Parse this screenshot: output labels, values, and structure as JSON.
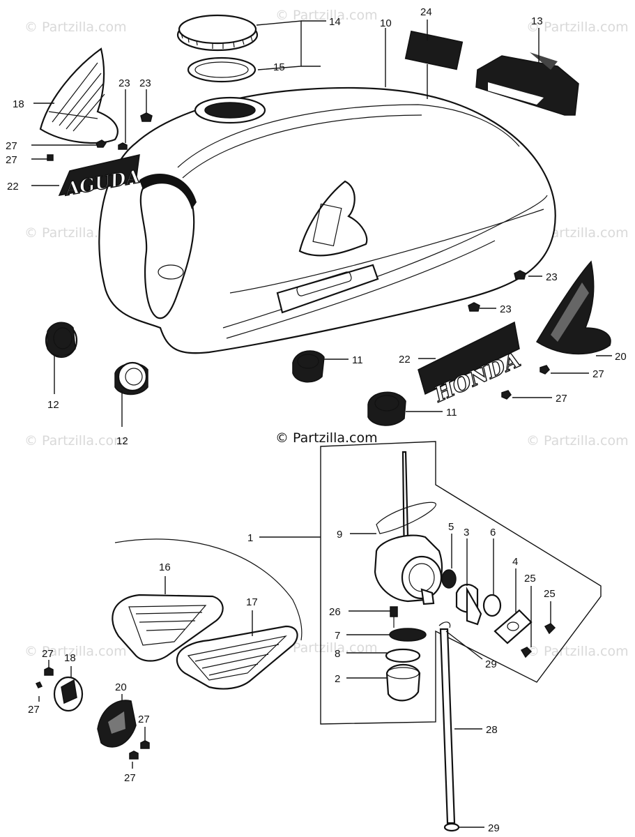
{
  "watermark": "© Partzilla.com",
  "copyright": "© Partzilla.com",
  "callouts": [
    "14",
    "15",
    "10",
    "24",
    "13",
    "18",
    "23",
    "23",
    "27",
    "27",
    "22",
    "23",
    "23",
    "20",
    "27",
    "27",
    "22",
    "11",
    "11",
    "12",
    "12",
    "9",
    "1",
    "5",
    "3",
    "6",
    "4",
    "25",
    "25",
    "26",
    "7",
    "8",
    "2",
    "29",
    "28",
    "29",
    "16",
    "17",
    "27",
    "18",
    "27",
    "20",
    "27",
    "27"
  ],
  "emblems": {
    "left": "AGUDA",
    "right": "HONDA"
  }
}
